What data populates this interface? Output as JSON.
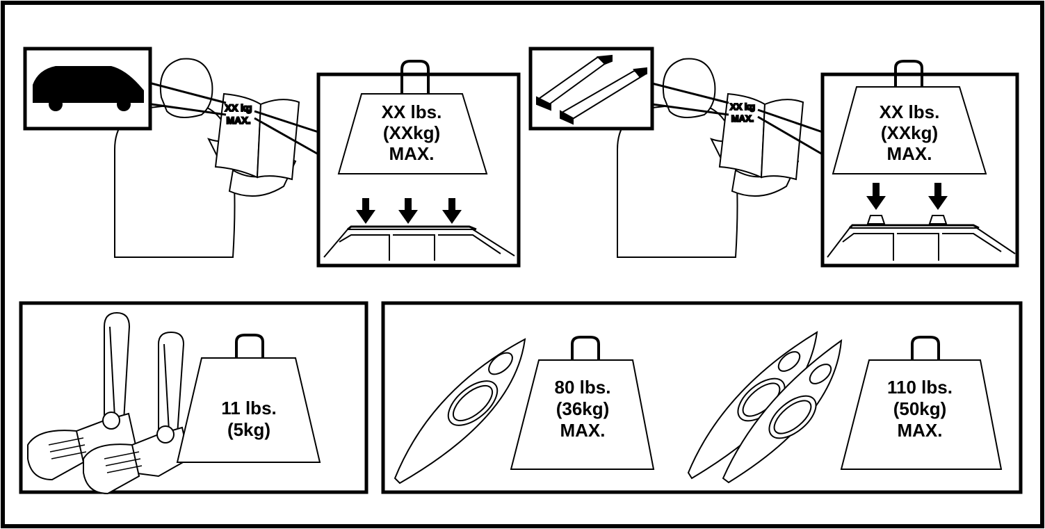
{
  "panel_top_left": {
    "book_text_line1": "XX kg",
    "book_text_line2": "MAX.",
    "weight_line1": "XX lbs.",
    "weight_line2": "(XXkg)",
    "weight_line3": "MAX.",
    "inset_icon": "car-silhouette-icon",
    "roof_arrows": 3
  },
  "panel_top_right": {
    "book_text_line1": "XX kg",
    "book_text_line2": "MAX.",
    "weight_line1": "XX lbs.",
    "weight_line2": "(XXkg)",
    "weight_line3": "MAX.",
    "inset_icon": "crossbars-icon",
    "roof_arrows": 2
  },
  "panel_bottom_left": {
    "weight_line1": "11 lbs.",
    "weight_line2": "(5kg)",
    "product_icon": "kayak-carrier-icon"
  },
  "panel_bottom_right": {
    "single_kayak": {
      "weight_line1": "80 lbs.",
      "weight_line2": "(36kg)",
      "weight_line3": "MAX.",
      "icon": "kayak-icon"
    },
    "double_kayak": {
      "weight_line1": "110 lbs.",
      "weight_line2": "(50kg)",
      "weight_line3": "MAX.",
      "icon": "two-kayaks-icon"
    }
  }
}
